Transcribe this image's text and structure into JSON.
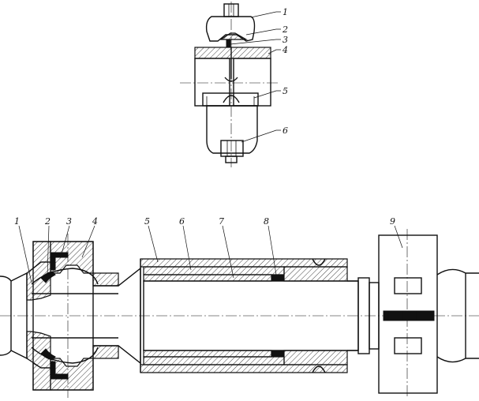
{
  "top_view": {
    "labels": [
      "1",
      "2",
      "3",
      "4",
      "5",
      "6"
    ]
  },
  "bottom_view": {
    "labels": [
      "1",
      "2",
      "3",
      "4",
      "5",
      "6",
      "7",
      "8",
      "9"
    ]
  },
  "colors": {
    "line": "#111111",
    "background": "#ffffff"
  }
}
